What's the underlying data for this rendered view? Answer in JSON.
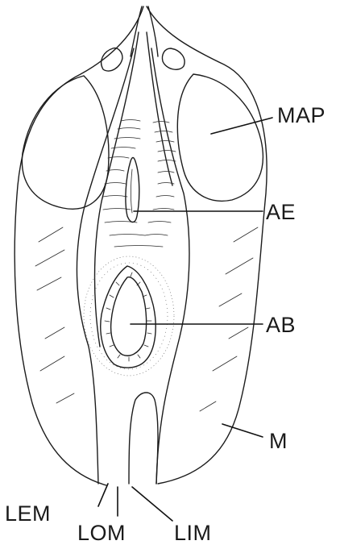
{
  "labels": {
    "map": "MAP",
    "ae": "AE",
    "ab": "AB",
    "m": "M",
    "lem": "LEM",
    "lom": "LOM",
    "lim": "LIM"
  }
}
